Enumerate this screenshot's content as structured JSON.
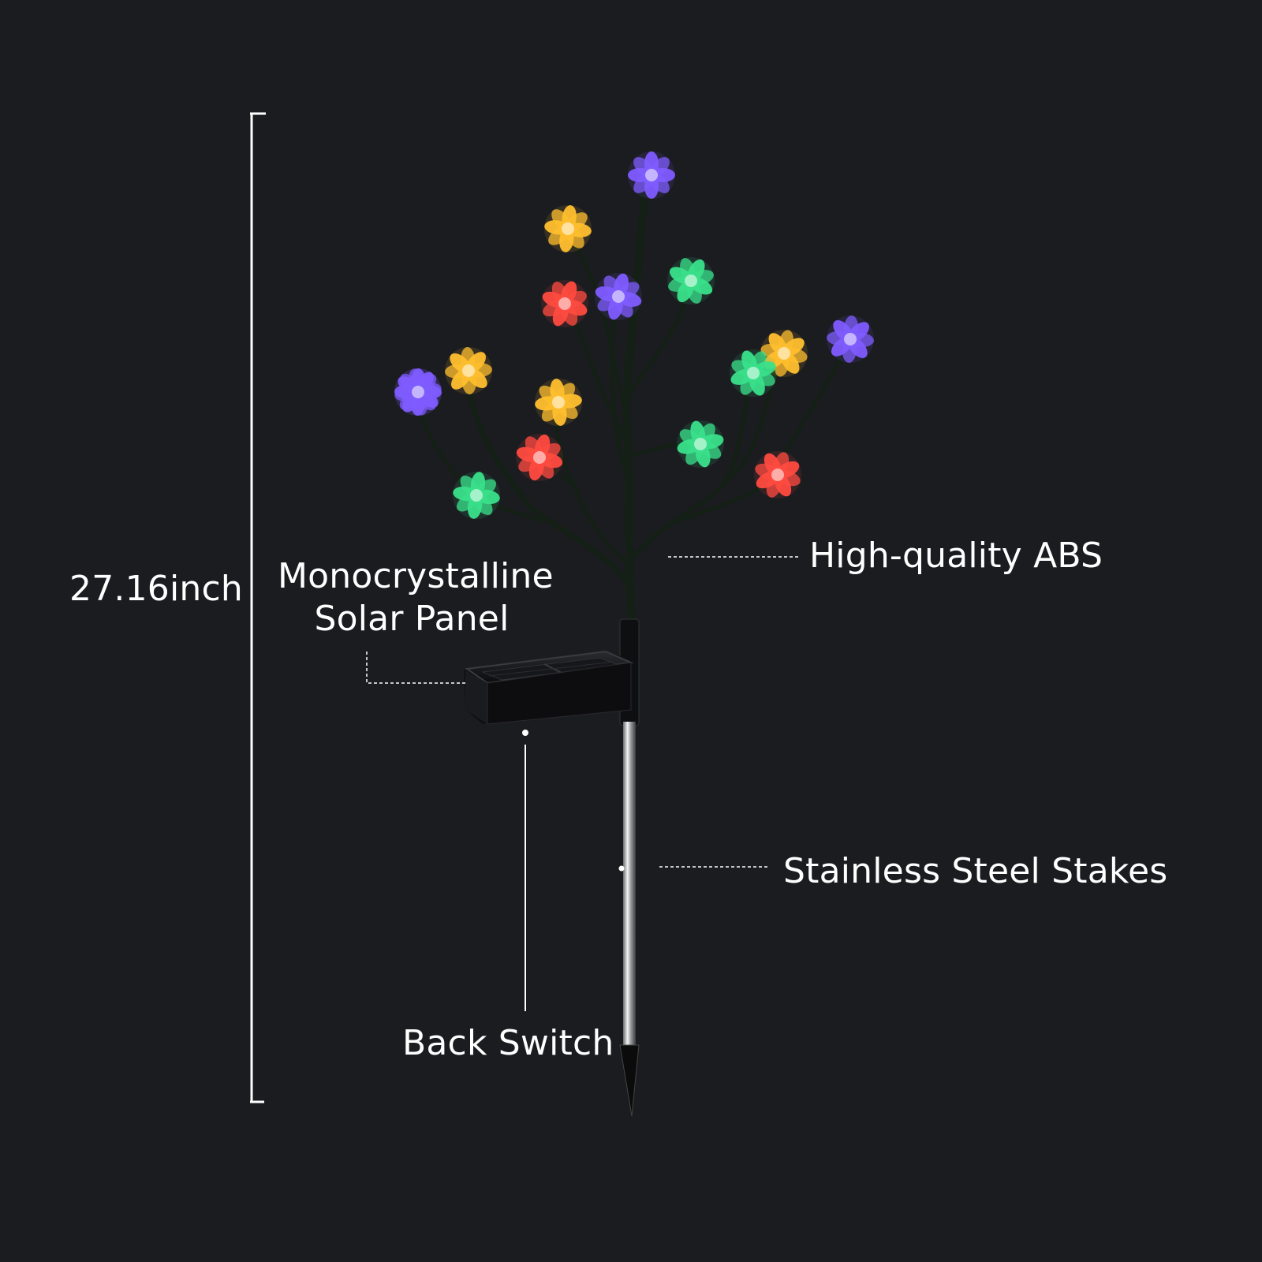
{
  "dimension": {
    "height_label": "27.16inch"
  },
  "callouts": {
    "solar_panel_line1": "Monocrystalline",
    "solar_panel_line2": "Solar Panel",
    "material": "High-quality ABS",
    "stake": "Stainless Steel Stakes",
    "switch": "Back Switch"
  },
  "flowers": [
    {
      "color": "#7f5cff"
    },
    {
      "color": "#ffbf2e"
    },
    {
      "color": "#7f5cff"
    },
    {
      "color": "#ff4b40"
    },
    {
      "color": "#39e08a"
    },
    {
      "color": "#7f5cff"
    },
    {
      "color": "#ffbf2e"
    },
    {
      "color": "#7f5cff"
    },
    {
      "color": "#ffbf2e"
    },
    {
      "color": "#ff4b40"
    },
    {
      "color": "#39e08a"
    },
    {
      "color": "#39e08a"
    },
    {
      "color": "#ffbf2e"
    },
    {
      "color": "#7f5cff"
    },
    {
      "color": "#39e08a"
    },
    {
      "color": "#ff4b40"
    }
  ],
  "colors": {
    "background": "#1b1c20",
    "stem": "#142016",
    "text": "#ffffff"
  }
}
